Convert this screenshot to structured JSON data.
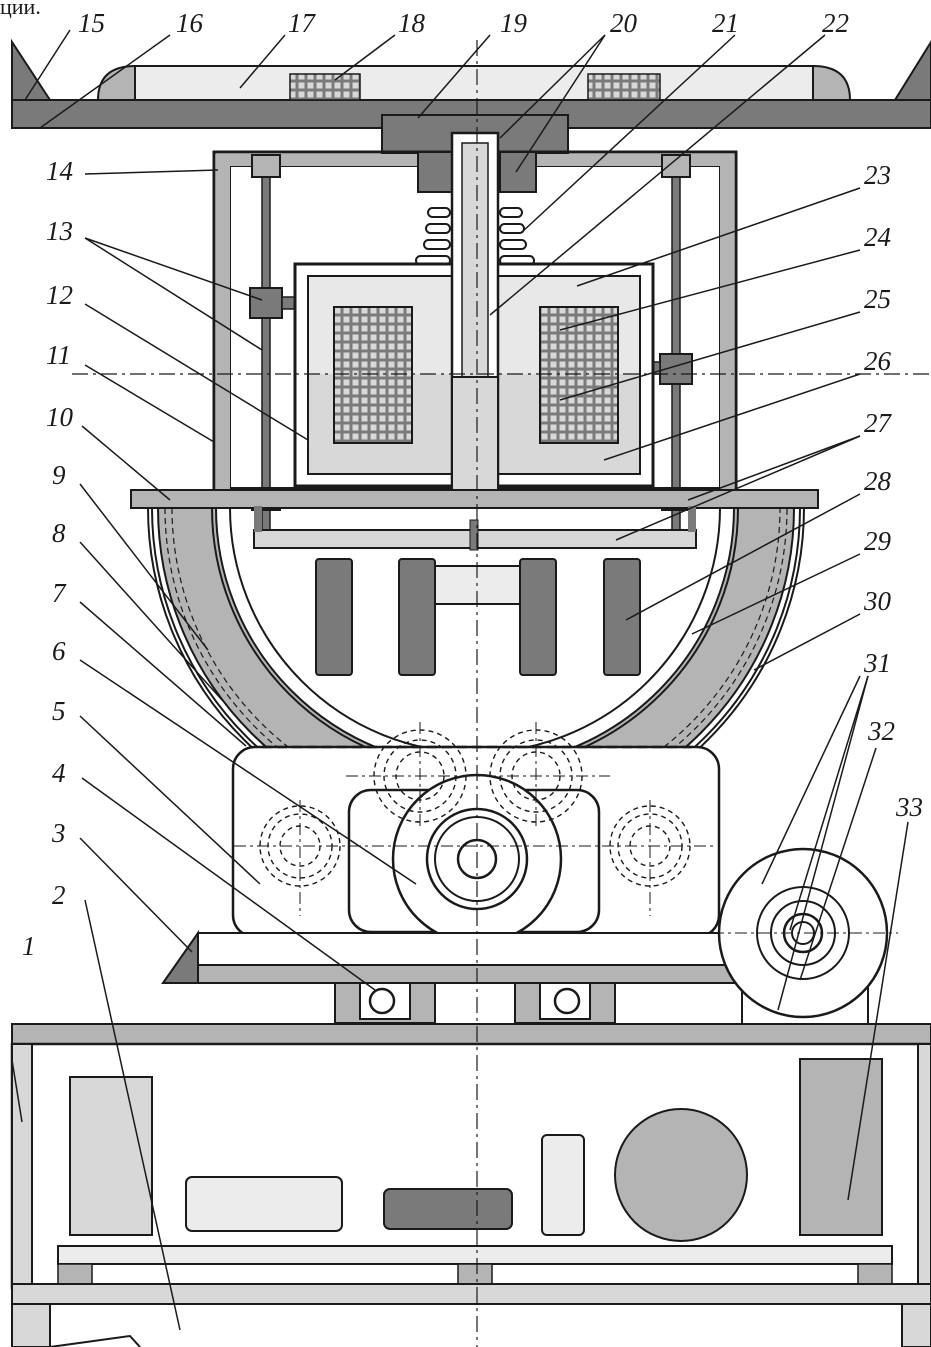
{
  "header_fragment": "ции.",
  "callouts": [
    "1",
    "2",
    "3",
    "4",
    "5",
    "6",
    "7",
    "8",
    "9",
    "10",
    "11",
    "12",
    "13",
    "14",
    "15",
    "16",
    "17",
    "18",
    "19",
    "20",
    "21",
    "22",
    "23",
    "24",
    "25",
    "26",
    "27",
    "28",
    "29",
    "30",
    "31",
    "32",
    "33"
  ],
  "colors": {
    "line": "#1a1a1a",
    "dark_fill": "#7a7a7a",
    "mid_fill": "#b4b4b4",
    "light_fill": "#d8d8d8",
    "bg": "#ffffff"
  }
}
